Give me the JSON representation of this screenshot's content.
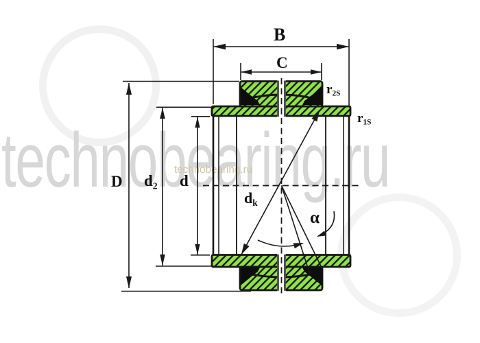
{
  "labels": {
    "B": "B",
    "C": "C",
    "D": "D",
    "d": "d",
    "d2": {
      "base": "d",
      "sub": "2"
    },
    "dk": {
      "base": "d",
      "sub": "k"
    },
    "alpha": "α",
    "r2s": {
      "base": "r",
      "sub": "2S"
    },
    "r1s": {
      "base": "r",
      "sub": "1S"
    }
  },
  "watermarks": {
    "large": "technobearing.ru",
    "small": "technobearing.ru"
  },
  "colors": {
    "bearing_green": "#8FE04A",
    "outline": "#161616",
    "seal": "#0d0d0d",
    "dim": "#1a1a1a",
    "wm_large": "#d7d7d7",
    "wm_small": "#cfc3a6",
    "bg": "#ffffff"
  }
}
